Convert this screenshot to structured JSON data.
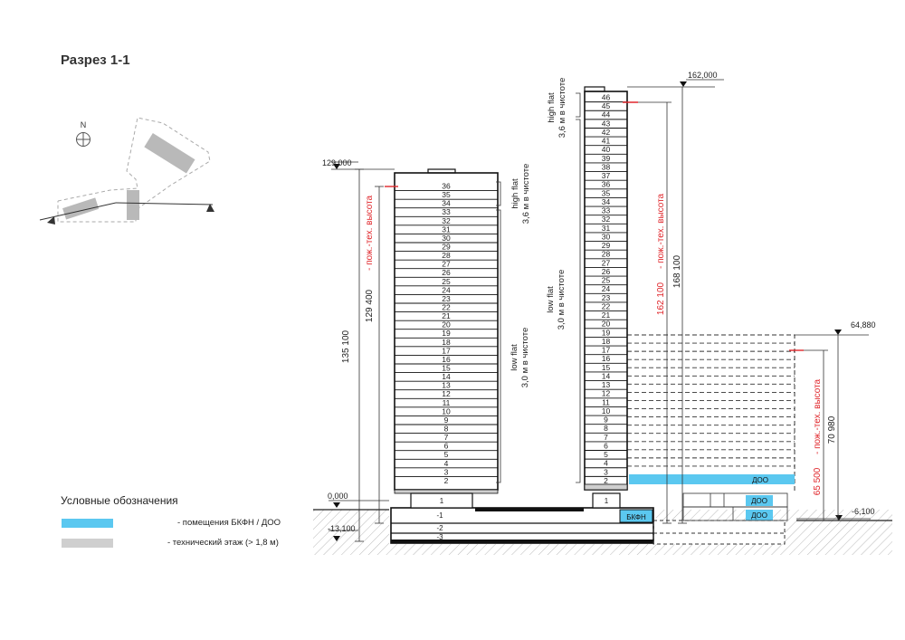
{
  "title": "Разрез 1-1",
  "compass": {
    "north_label": "N"
  },
  "legend": {
    "title": "Условные обозначения",
    "items": [
      {
        "label": "- помещения БКФН / ДОО",
        "color": "#5bc8f0"
      },
      {
        "label": "- технический этаж (> 1,8 м)",
        "color": "#cfcfcf"
      }
    ]
  },
  "left_tower": {
    "floors": [
      "36",
      "35",
      "34",
      "33",
      "32",
      "31",
      "30",
      "29",
      "28",
      "27",
      "26",
      "25",
      "24",
      "23",
      "22",
      "21",
      "20",
      "19",
      "18",
      "17",
      "16",
      "15",
      "14",
      "13",
      "12",
      "11",
      "10",
      "9",
      "8",
      "7",
      "6",
      "5",
      "4",
      "3",
      "2"
    ],
    "ground_floor": "1",
    "top_mark": "129,000",
    "ground_mark": "0,000",
    "bottom_mark": "-13,100",
    "total_height": "135 100",
    "fire_height": "129 400",
    "fire_height_note": "- пож.-тех. высота",
    "high_flat": [
      "high flat",
      "3,6 м в чистоте"
    ],
    "low_flat": [
      "low flat",
      "3,0 м в чистоте"
    ]
  },
  "right_tower": {
    "floors": [
      "46",
      "45",
      "44",
      "43",
      "42",
      "41",
      "40",
      "39",
      "38",
      "37",
      "36",
      "35",
      "34",
      "33",
      "32",
      "31",
      "30",
      "29",
      "28",
      "27",
      "26",
      "25",
      "24",
      "23",
      "22",
      "21",
      "20",
      "19",
      "18",
      "17",
      "16",
      "15",
      "14",
      "13",
      "12",
      "11",
      "10",
      "9",
      "8",
      "7",
      "6",
      "5",
      "4",
      "3",
      "2"
    ],
    "ground_floor": "1",
    "top_mark": "162,000",
    "total_height": "168 100",
    "fire_height": "162 100",
    "fire_height_note": "- пож.-тех. высота",
    "high_flat": [
      "high flat",
      "3,6 м в чистоте"
    ],
    "low_flat": [
      "low flat",
      "3,0 м в чистоте"
    ]
  },
  "annex": {
    "top_mark": "64,880",
    "bottom_mark": "-6,100",
    "total_height": "70 980",
    "fire_height": "65 500",
    "fire_height_note": "- пож.-тех. высота",
    "doo_labels": [
      "ДОО",
      "ДОО",
      "ДОО"
    ]
  },
  "podium": {
    "floors": [
      "-1",
      "-2",
      "-3"
    ],
    "bkfn_label": "БКФН"
  },
  "colors": {
    "blue": "#5bc8f0",
    "grey": "#cfcfcf",
    "red": "#e0262b",
    "line": "#222222"
  }
}
